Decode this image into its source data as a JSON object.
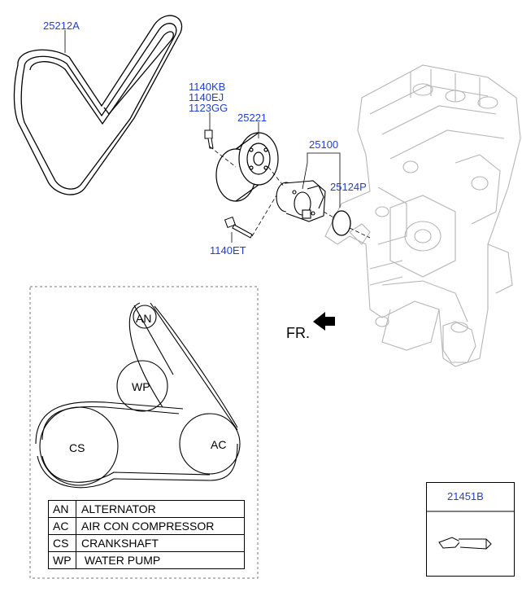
{
  "parts": {
    "belt": "25212A",
    "bolt_group": [
      "1140KB",
      "1140EJ",
      "1123GG"
    ],
    "pulley": "25221",
    "pump": "25100",
    "gasket": "25124P",
    "bolt_lower": "1140ET",
    "inset_part": "21451B"
  },
  "direction_label": "FR.",
  "routing": {
    "AN": "AN",
    "WP": "WP",
    "CS": "CS",
    "AC": "AC"
  },
  "legend": [
    {
      "code": "AN",
      "name": "ALTERNATOR"
    },
    {
      "code": "AC",
      "name": "AIR CON COMPRESSOR"
    },
    {
      "code": "CS",
      "name": "CRANKSHAFT"
    },
    {
      "code": "WP",
      "name": " WATER PUMP"
    }
  ],
  "colors": {
    "part_number": "#1f3fd6",
    "line": "#000000",
    "engine": "#bdbdbd"
  }
}
